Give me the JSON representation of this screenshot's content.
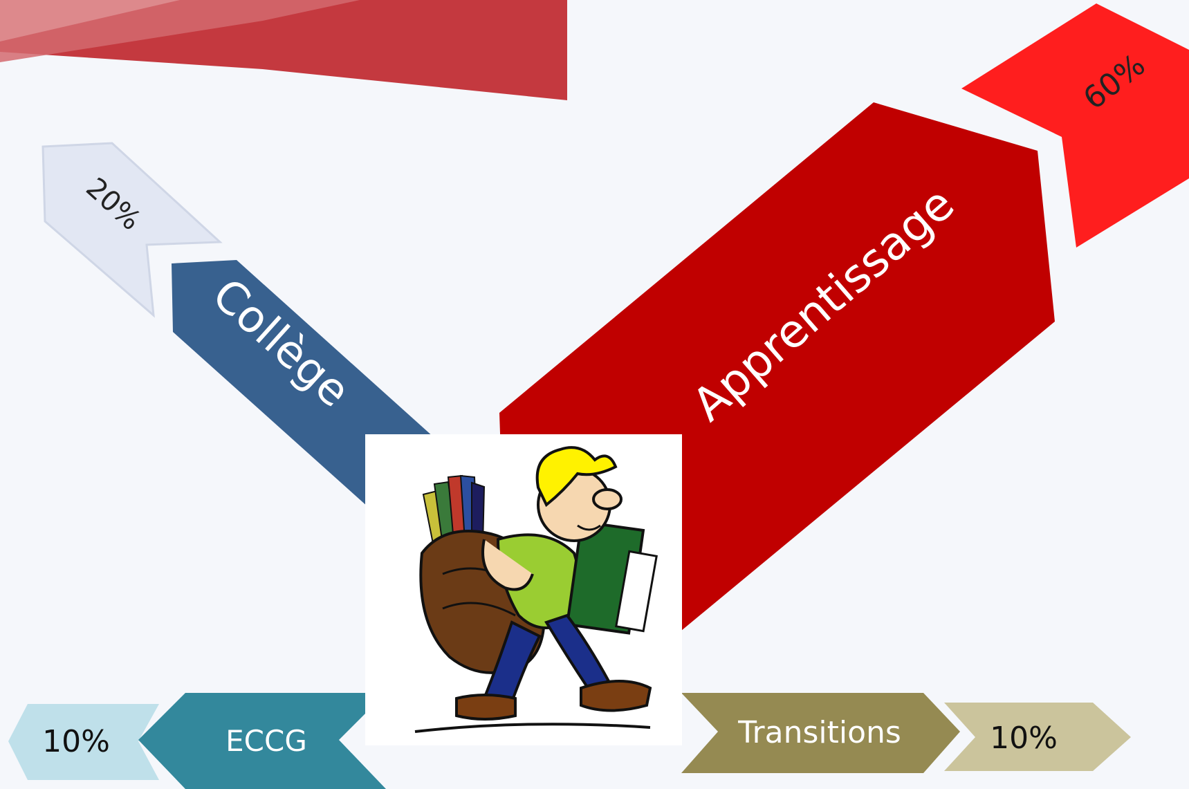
{
  "paths": {
    "college": {
      "label": "Collège",
      "share": "20%",
      "color": "#38618f",
      "share_color": "#e2e7f3"
    },
    "apprentissage": {
      "label": "Apprentissage",
      "share": "60%",
      "color": "#c00000",
      "share_color": "#ff1e1e"
    },
    "eccg": {
      "label": "ECCG",
      "share": "10%",
      "color": "#33889c",
      "share_color": "#bfe0ea"
    },
    "transitions": {
      "label": "Transitions",
      "share": "10%",
      "color": "#958a52",
      "share_color": "#cbc49c"
    }
  },
  "illustration": {
    "name": "student-with-backpack-icon"
  },
  "colors": {
    "background": "#f5f7fb",
    "banner": "#c4393f"
  }
}
